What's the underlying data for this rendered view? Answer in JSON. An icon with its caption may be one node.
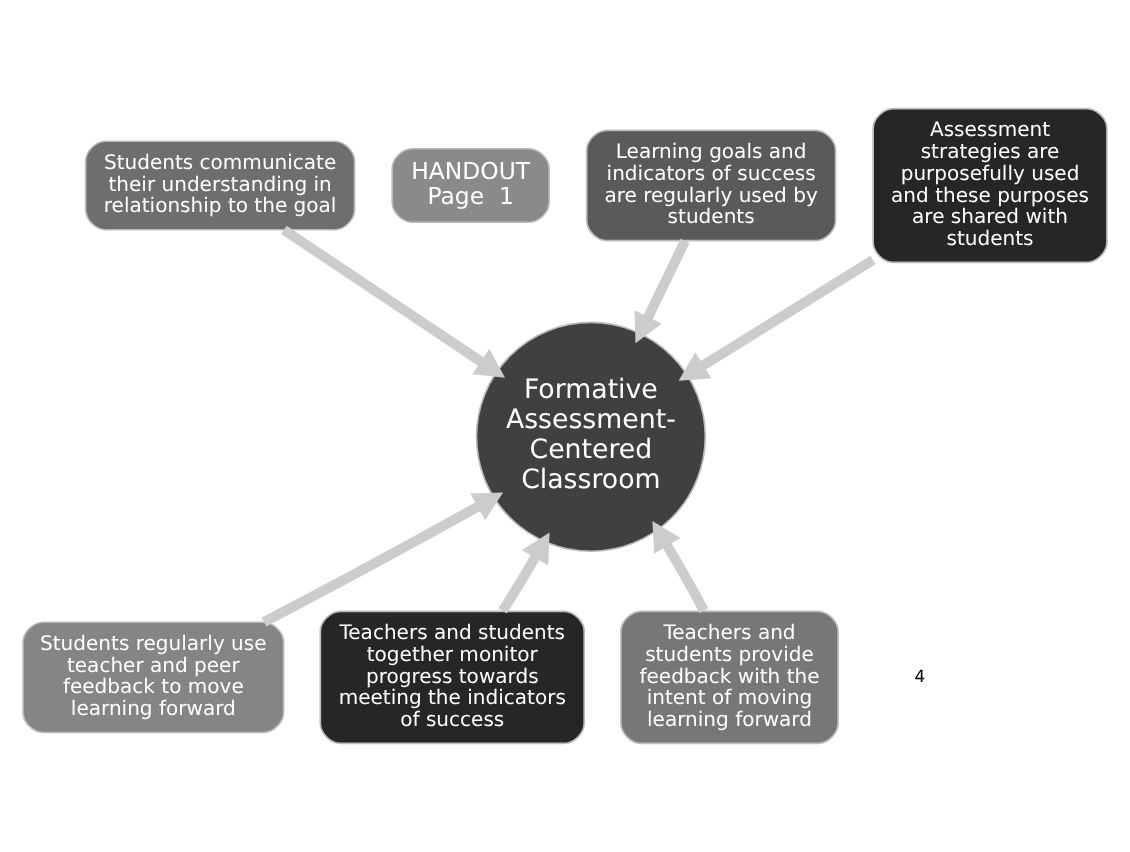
{
  "diagram": {
    "nodes": [
      {
        "text": [
          "Students communicate their understanding in relationship to the goal"
        ]
      },
      {
        "text": [
          "HANDOUT",
          "Page  1"
        ]
      },
      {
        "text": [
          "Learning goals and indicators of success are regularly used by students"
        ]
      },
      {
        "text": [
          "Assessment strategies are purposefully used and these purposes are shared with students"
        ]
      },
      {
        "text": [
          "Formative Assessment-Centered Classroom"
        ]
      },
      {
        "text": [
          "Students regularly use teacher and peer feedback to move learning forward"
        ]
      },
      {
        "text": [
          "Teachers and students together monitor progress towards meeting the indicators of success"
        ]
      },
      {
        "text": [
          "Teachers and students provide feedback with the intent of moving learning forward"
        ]
      }
    ],
    "edges": [
      {
        "from": 0,
        "to": 4,
        "arrow": "to"
      },
      {
        "from": 2,
        "to": 4,
        "arrow": "to"
      },
      {
        "from": 3,
        "to": 4,
        "arrow": "to"
      },
      {
        "from": 5,
        "to": 4,
        "arrow": "to"
      },
      {
        "from": 6,
        "to": 4,
        "arrow": "to"
      },
      {
        "from": 7,
        "to": 4,
        "arrow": "to"
      }
    ],
    "labels": [
      "4"
    ]
  }
}
